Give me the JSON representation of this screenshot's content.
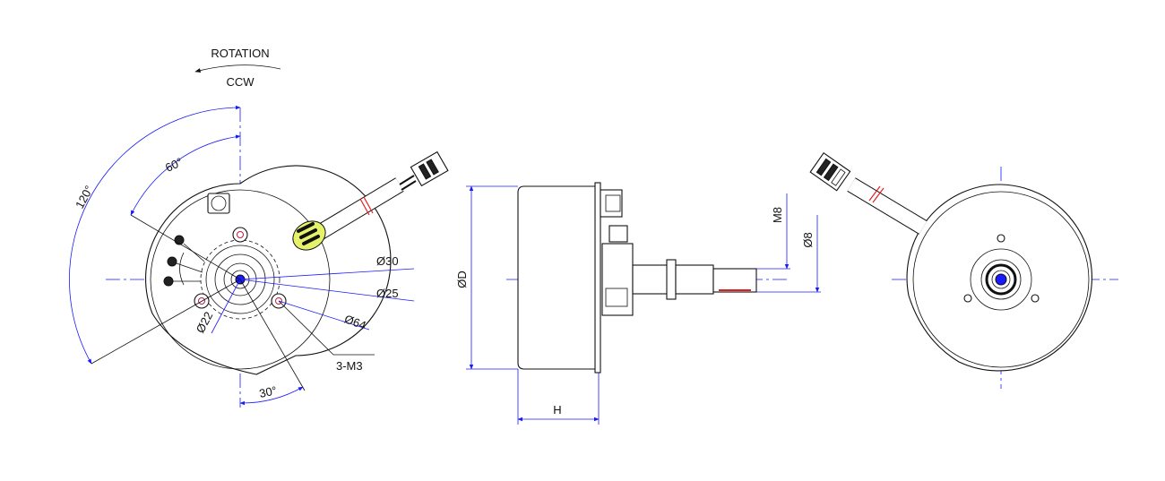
{
  "rotation": {
    "title": "ROTATION",
    "direction": "CCW"
  },
  "front_view": {
    "angle_120": "120°",
    "angle_60": "60°",
    "angle_30": "30°",
    "dia_30": "Ø30",
    "dia_25": "Ø25",
    "dia_64": "Ø64",
    "dia_22": "Ø22",
    "holes": "3-M3"
  },
  "side_view": {
    "dia_d": "ØD",
    "height": "H",
    "thread": "M8",
    "shaft_dia": "Ø8"
  },
  "colors": {
    "dimension": "#1a1aff",
    "outline": "#111111",
    "highlight": "#e6f26a",
    "marker": "#e02020"
  }
}
